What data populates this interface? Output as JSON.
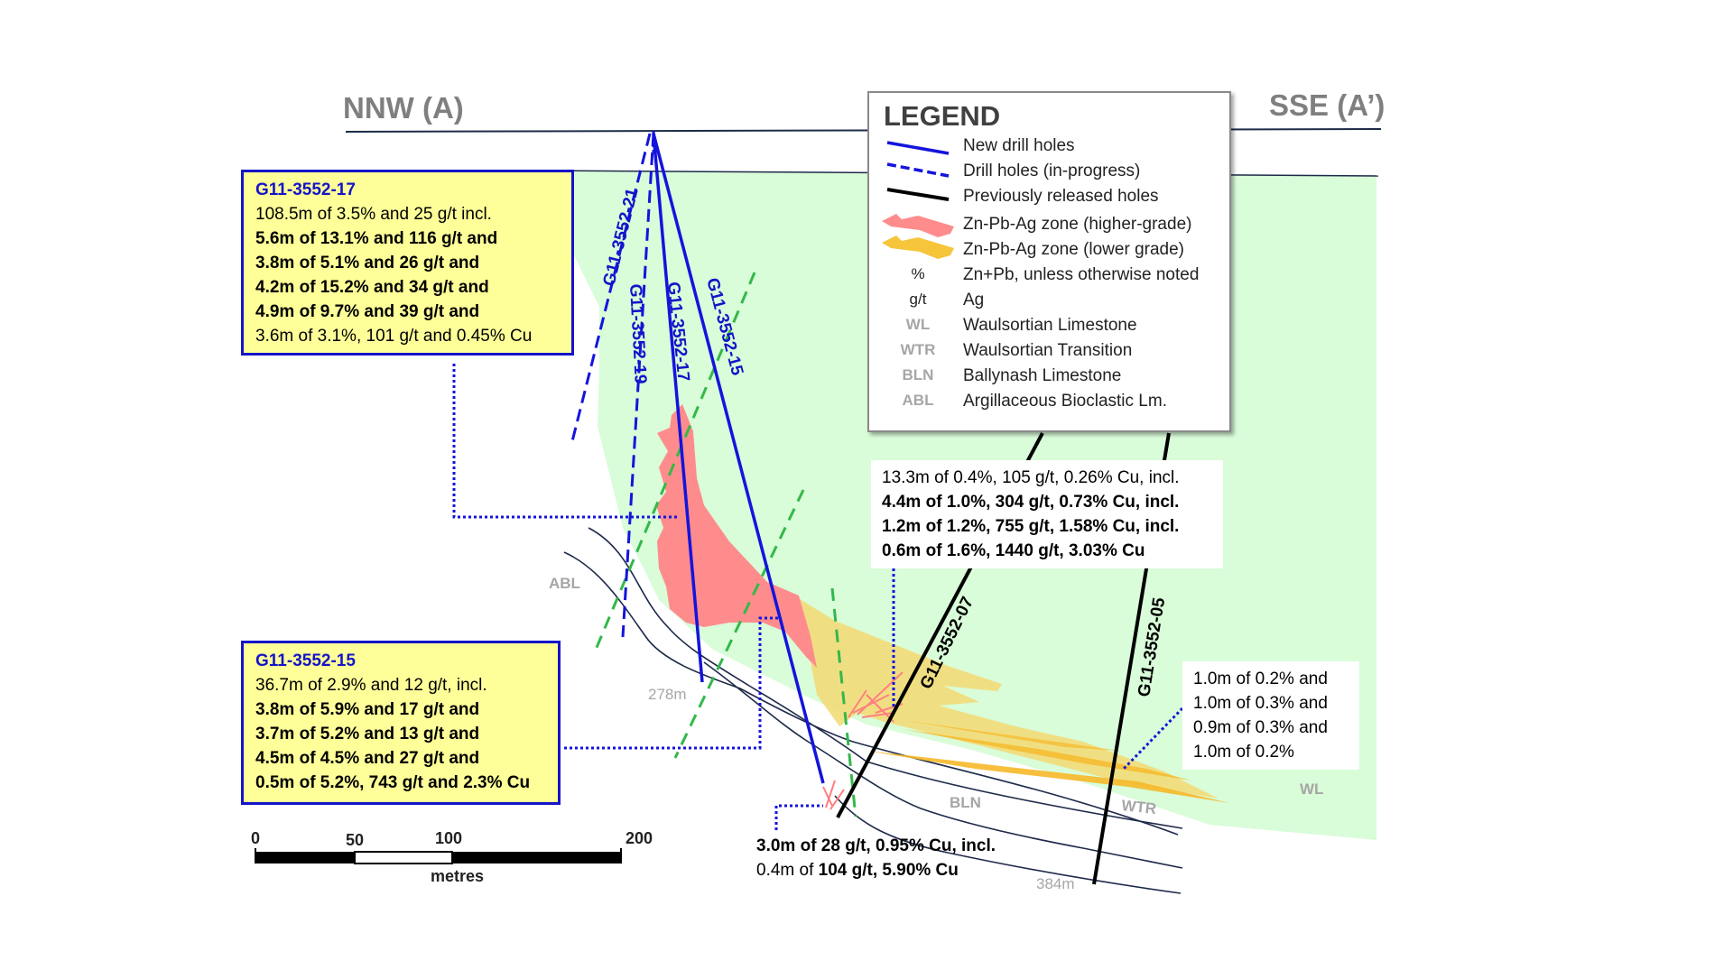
{
  "section": {
    "left_end": "NNW (A)",
    "right_end": "SSE (A’)"
  },
  "units": {
    "abl": "ABL",
    "bln": "BLN",
    "wtr": "WTR",
    "wl": "WL"
  },
  "depths": {
    "hole17_end": "278m",
    "hole05_end": "384m"
  },
  "holes": {
    "h21": "G11-3552-21",
    "h19": "G11-3552-19",
    "h17": "G11-3552-17",
    "h15": "G11-3552-15",
    "h07": "G11-3552-07",
    "h05": "G11-3552-05"
  },
  "legend": {
    "title": "LEGEND",
    "items": [
      {
        "symbol": "",
        "label": "New drill holes"
      },
      {
        "symbol": "",
        "label": "Drill holes (in-progress)"
      },
      {
        "symbol": "",
        "label": "Previously released holes"
      },
      {
        "symbol": "",
        "label": "Zn-Pb-Ag zone (higher-grade)"
      },
      {
        "symbol": "",
        "label": "Zn-Pb-Ag zone (lower grade)"
      },
      {
        "symbol": "%",
        "label": "Zn+Pb, unless otherwise noted"
      },
      {
        "symbol": "g/t",
        "label": "Ag"
      },
      {
        "symbol": "WL",
        "label": "Waulsortian Limestone"
      },
      {
        "symbol": "WTR",
        "label": "Waulsortian Transition"
      },
      {
        "symbol": "BLN",
        "label": "Ballynash Limestone"
      },
      {
        "symbol": "ABL",
        "label": "Argillaceous Bioclastic Lm."
      }
    ]
  },
  "callouts": {
    "g17": {
      "title": "G11-3552-17",
      "lines": [
        "108.5m of 3.5% and 25 g/t incl.",
        "5.6m of 13.1% and 116 g/t and",
        "3.8m of 5.1% and 26 g/t and",
        "4.2m of 15.2% and 34 g/t and",
        "4.9m of 9.7% and 39 g/t and",
        "3.6m of 3.1%, 101 g/t and 0.45% Cu"
      ]
    },
    "g15": {
      "title": "G11-3552-15",
      "lines": [
        "36.7m of 2.9% and 12 g/t, incl.",
        "3.8m of 5.9% and 17 g/t and",
        "3.7m of 5.2% and 13 g/t and",
        "4.5m of 4.5% and 27 g/t and",
        "0.5m of 5.2%, 743 g/t and 2.3% Cu"
      ]
    },
    "g07": {
      "lines": [
        "13.3m of 0.4%, 105 g/t, 0.26% Cu, incl.",
        "4.4m of 1.0%, 304 g/t, 0.73% Cu, incl.",
        "1.2m of 1.2%, 755 g/t, 1.58% Cu, incl.",
        "0.6m of 1.6%, 1440 g/t, 3.03% Cu"
      ]
    },
    "g05": {
      "lines": [
        "1.0m of 0.2% and",
        "1.0m of 0.3% and",
        "0.9m of 0.3% and",
        "1.0m of 0.2%"
      ]
    },
    "g15_bottom": {
      "line1": "3.0m of 28 g/t, 0.95% Cu, incl.",
      "line2_pre": "0.4m of ",
      "line2_bold": "104 g/t, 5.90% Cu"
    }
  },
  "scale": {
    "ticks": [
      "0",
      "50",
      "100",
      "200"
    ],
    "unit": "metres"
  },
  "colors": {
    "new_hole": "#1414dc",
    "zone_high": "#ff8c8c",
    "zone_low": "#f2dc78",
    "wl_fill": "#d9fcd9",
    "callout_fill": "#ffff99",
    "fault": "#33b84a"
  }
}
